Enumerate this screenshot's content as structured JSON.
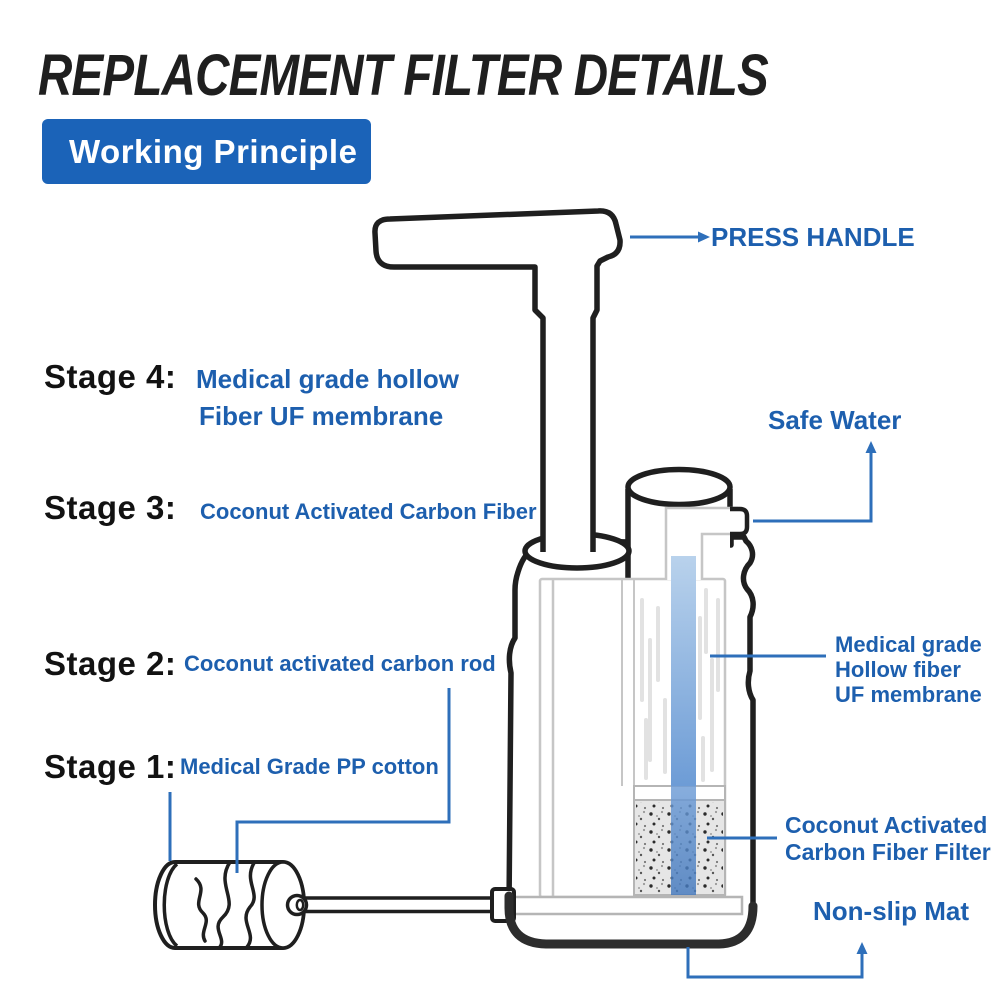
{
  "title": "REPLACEMENT FILTER DETAILS",
  "badge": {
    "label": "Working Principle"
  },
  "stages": [
    {
      "name": "Stage 4:",
      "lines": [
        "Medical grade hollow",
        "Fiber UF membrane"
      ]
    },
    {
      "name": "Stage 3:",
      "lines": [
        "Coconut Activated Carbon Fiber"
      ]
    },
    {
      "name": "Stage 2:",
      "lines": [
        "Coconut activated carbon rod"
      ]
    },
    {
      "name": "Stage 1:",
      "lines": [
        "Medical Grade PP cotton"
      ]
    }
  ],
  "callouts": {
    "press_handle": {
      "label": "PRESS HANDLE"
    },
    "safe_water": {
      "label": "Safe Water"
    },
    "membrane": {
      "lines": [
        "Medical grade",
        "Hollow fiber",
        "UF membrane"
      ]
    },
    "carbon_filter": {
      "lines": [
        "Coconut Activated",
        "Carbon Fiber Filter"
      ]
    },
    "non_slip_mat": {
      "label": "Non-slip Mat"
    }
  },
  "colors": {
    "accent_blue": "#1b63b8",
    "label_blue": "#1d5fae",
    "leader_blue": "#2e6fba",
    "outline_black": "#1f1f1f",
    "water_top": "#b5cfeb",
    "water_bottom": "#4378bd",
    "carbon_gray": "#e6e6e6"
  }
}
